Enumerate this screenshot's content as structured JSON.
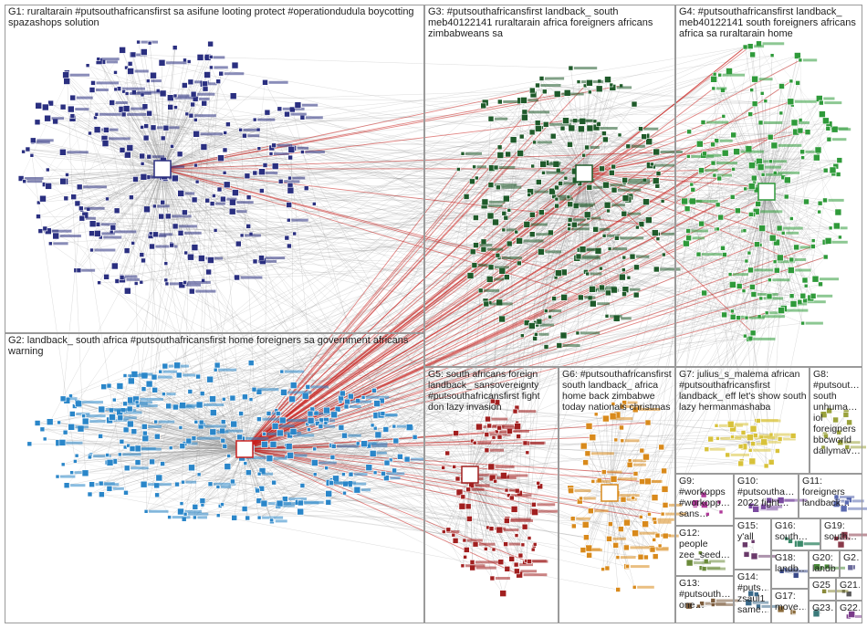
{
  "graph": {
    "background": "#ffffff",
    "edge_color": "#8c8c8c",
    "highlight_edge_color": "#c8201e",
    "groups": [
      {
        "id": "G1",
        "label": "G1: ruraltarain #putsouthafricansfirst sa asifune looting protect #operationdudula boycotting spazashops solution",
        "node_color": "#2a2f80"
      },
      {
        "id": "G2",
        "label": "G2: landback_ south africa #putsouthafricansfirst home foreigners sa government africans warning",
        "node_color": "#2a86c9"
      },
      {
        "id": "G3",
        "label": "G3: #putsouthafricansfirst landback_ south meb40122141 ruraltarain africa foreigners africans zimbabweans sa",
        "node_color": "#1f5a2a"
      },
      {
        "id": "G4",
        "label": "G4: #putsouthafricansfirst landback_ meb40122141 south foreigners africans africa sa ruraltarain home",
        "node_color": "#2f9a3a"
      },
      {
        "id": "G5",
        "label": "G5: south africans foreign landback_ sansovereignty #putsouthafricansfirst fight don lazy invasion",
        "node_color": "#a11f1f"
      },
      {
        "id": "G6",
        "label": "G6: #putsouthafricansfirst south landback_ africa home back zimbabwe today nationals christmas",
        "node_color": "#d98a1c"
      },
      {
        "id": "G7",
        "label": "G7: julius_s_malema african #putsouthafricansfirst landback_ eff let's show south lazy hermanmashaba",
        "node_color": "#d8c23a"
      },
      {
        "id": "G8",
        "label": "G8: #putsout… south unhuma… iol foreigners bbcworld dailymav…",
        "node_color": "#9aa23c"
      },
      {
        "id": "G9",
        "label": "G9: #workopps #workopp… sans…",
        "node_color": "#b03a9a"
      },
      {
        "id": "G10",
        "label": "G10: #putsoutha… 2022 fight…",
        "node_color": "#7a4aa0"
      },
      {
        "id": "G11",
        "label": "G11: foreigners landback…",
        "node_color": "#5a6ab0"
      },
      {
        "id": "G12",
        "label": "G12: people zee_seed…",
        "node_color": "#6a8a3a"
      },
      {
        "id": "G13",
        "label": "G13: #putsouth… one…",
        "node_color": "#7a5a3a"
      },
      {
        "id": "G14",
        "label": "G14: #puts… zsaul1 same…",
        "node_color": "#3a6a8a"
      },
      {
        "id": "G15",
        "label": "G15: y'all",
        "node_color": "#6a3a6a"
      },
      {
        "id": "G16",
        "label": "G16: south…",
        "node_color": "#3a8a6a"
      },
      {
        "id": "G17",
        "label": "G17: move…",
        "node_color": "#8a6a3a"
      },
      {
        "id": "G18",
        "label": "G18: landb…",
        "node_color": "#3a4a8a"
      },
      {
        "id": "G19",
        "label": "G19: south…",
        "node_color": "#8a3a4a"
      },
      {
        "id": "G20",
        "label": "G20: landb…",
        "node_color": "#4a8a3a"
      },
      {
        "id": "G21",
        "label": "G21…",
        "node_color": "#5a5a5a"
      },
      {
        "id": "G22",
        "label": "G22…",
        "node_color": "#7a3a8a"
      },
      {
        "id": "G23",
        "label": "G23…",
        "node_color": "#3a7a7a"
      },
      {
        "id": "G25",
        "label": "G25",
        "node_color": "#8a8a3a"
      },
      {
        "id": "G2x",
        "label": "G2…",
        "node_color": "#6a6a9a"
      },
      {
        "id": "G2y",
        "label": "G2…",
        "node_color": "#9a6a6a"
      },
      {
        "id": "G2z",
        "label": "G2…",
        "node_color": "#6a9a9a"
      }
    ]
  }
}
